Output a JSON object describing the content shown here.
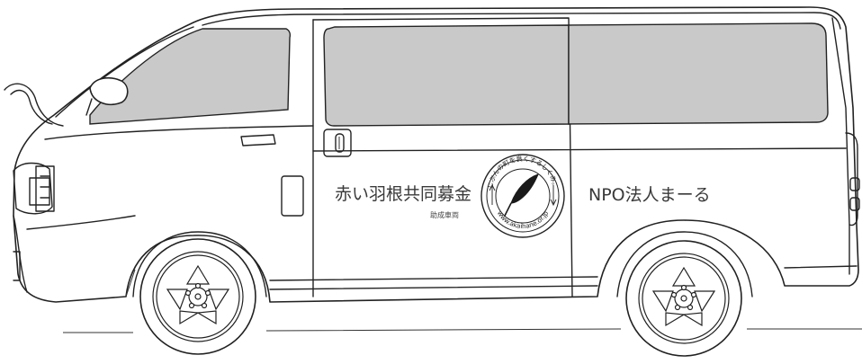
{
  "illustration": {
    "subject": "van-side-view",
    "colors": {
      "line": "#222222",
      "glass": "#c9c9c9",
      "body": "#ffffff",
      "text": "#3a3a3a",
      "feather": "#1a1a1a"
    }
  },
  "decals": {
    "sponsor_main": "赤い羽根共同募金",
    "sponsor_sub": "助成車両",
    "organization": "NPO法人まーる",
    "seal": {
      "icon": "red-feather-icon",
      "top_text": "じぶんの町を良くするしくみ。",
      "bottom_text": "www.akaihane.or.jp"
    }
  }
}
